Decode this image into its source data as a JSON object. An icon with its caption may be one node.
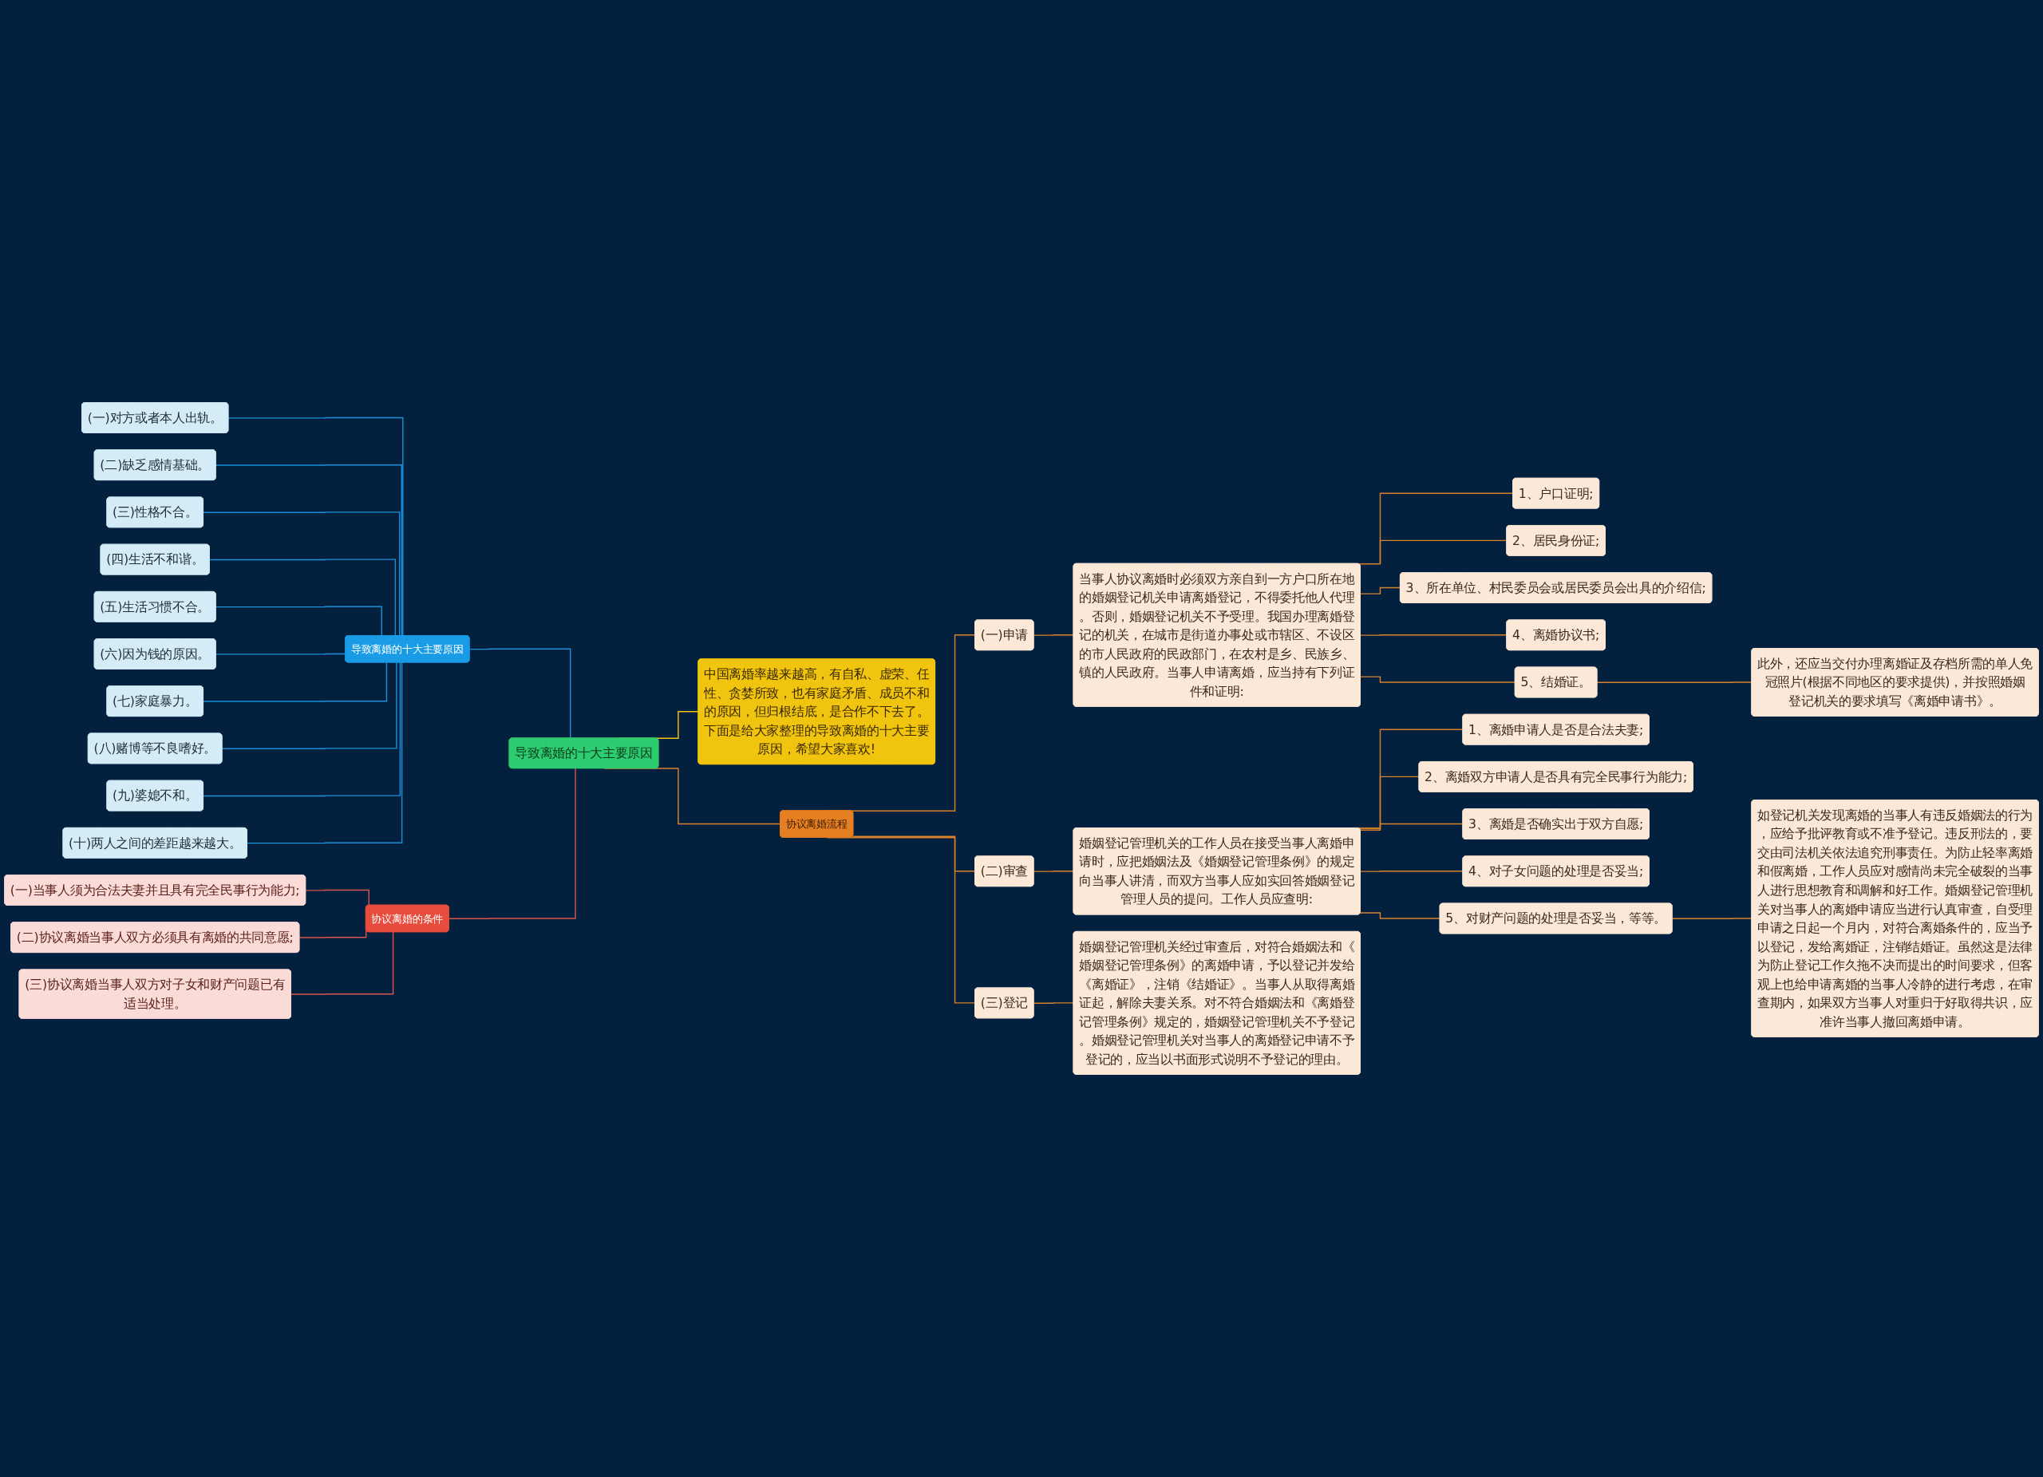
{
  "diagram": {
    "nodes": [
      {
        "text": [
          "导致离婚的十大主要原因"
        ]
      },
      {
        "text": [
          "导致离婚的十大主要原因"
        ]
      },
      {
        "text": [
          "(一)对方或者本人出轨。"
        ]
      },
      {
        "text": [
          "(二)缺乏感情基础。"
        ]
      },
      {
        "text": [
          "(三)性格不合。"
        ]
      },
      {
        "text": [
          "(四)生活不和谐。"
        ]
      },
      {
        "text": [
          "(五)生活习惯不合。"
        ]
      },
      {
        "text": [
          "(六)因为钱的原因。"
        ]
      },
      {
        "text": [
          "(七)家庭暴力。"
        ]
      },
      {
        "text": [
          "(八)赌博等不良嗜好。"
        ]
      },
      {
        "text": [
          "(九)婆媳不和。"
        ]
      },
      {
        "text": [
          "(十)两人之间的差距越来越大。"
        ]
      },
      {
        "text": [
          "协议离婚的条件"
        ]
      },
      {
        "text": [
          "(一)当事人须为合法夫妻并且具有完全民事行为能力;"
        ]
      },
      {
        "text": [
          "(二)协议离婚当事人双方必须具有离婚的共同意愿;"
        ]
      },
      {
        "text": [
          "(三)协议离婚当事人双方对子女和财产问题已有适当处理。"
        ]
      },
      {
        "text": [
          "中国离婚率越来越高，有自私、虚荣、任性、贪婪所致，也有家庭矛盾、成员不和的原因，但归根结底，是合作不下去了。下面是给大家整理的导致离婚的十大主要原因，希望大家喜欢!"
        ]
      },
      {
        "text": [
          "协议离婚流程"
        ]
      },
      {
        "text": [
          "(一)申请"
        ]
      },
      {
        "text": [
          "当事人协议离婚时必须双方亲自到一方户口所在地的婚姻登记机关申请离婚登记，不得委托他人代理。否则，婚姻登记机关不予受理。我国办理离婚登记的机关，在城市是街道办事处或市辖区、不设区的市人民政府的民政部门，在农村是乡、民族乡、镇的人民政府。当事人申请离婚，应当持有下列证件和证明:"
        ]
      },
      {
        "text": [
          "1、户口证明;"
        ]
      },
      {
        "text": [
          "2、居民身份证;"
        ]
      },
      {
        "text": [
          "3、所在单位、村民委员会或居民委员会出具的介绍信;"
        ]
      },
      {
        "text": [
          "4、离婚协议书;"
        ]
      },
      {
        "text": [
          "5、结婚证。"
        ]
      },
      {
        "text": [
          "此外，还应当交付办理离婚证及存档所需的单人免冠照片(根据不同地区的要求提供)，并按照婚姻登记机关的要求填写《离婚申请书》。"
        ]
      },
      {
        "text": [
          "(二)审查"
        ]
      },
      {
        "text": [
          "婚姻登记管理机关的工作人员在接受当事人离婚申请时，应把婚姻法及《婚姻登记管理条例》的规定向当事人讲清，而双方当事人应如实回答婚姻登记管理人员的提问。工作人员应查明:"
        ]
      },
      {
        "text": [
          "1、离婚申请人是否是合法夫妻;"
        ]
      },
      {
        "text": [
          "2、离婚双方申请人是否具有完全民事行为能力;"
        ]
      },
      {
        "text": [
          "3、离婚是否确实出于双方自愿;"
        ]
      },
      {
        "text": [
          "4、对子女问题的处理是否妥当;"
        ]
      },
      {
        "text": [
          "5、对财产问题的处理是否妥当，等等。"
        ]
      },
      {
        "text": [
          "如登记机关发现离婚的当事人有违反婚姻法的行为，应给予批评教育或不准予登记。违反刑法的，要交由司法机关依法追究刑事责任。为防止轻率离婚和假离婚，工作人员应对感情尚未完全破裂的当事人进行思想教育和调解和好工作。婚姻登记管理机关对当事人的离婚申请应当进行认真审查，自受理申请之日起一个月内，对符合离婚条件的，应当予以登记，发给离婚证，注销结婚证。虽然这是法律为防止登记工作久拖不决而提出的时间要求，但客观上也给申请离婚的当事人冷静的进行考虑，在审查期内，如果双方当事人对重归于好取得共识，应准许当事人撤回离婚申请。"
        ]
      },
      {
        "text": [
          "(三)登记"
        ]
      },
      {
        "text": [
          "婚姻登记管理机关经过审查后，对符合婚姻法和《婚姻登记管理条例》的离婚申请，予以登记并发给《离婚证》，注销《结婚证》。当事人从取得离婚证起，解除夫妻关系。对不符合婚姻法和《离婚登记管理条例》规定的，婚姻登记管理机关不予登记。婚姻登记管理机关对当事人的离婚登记申请不予登记的，应当以书面形式说明不予登记的理由。"
        ]
      }
    ],
    "edges": [
      {
        "from": 2,
        "to": 1,
        "arrow": "none",
        "color": "#1b8fd8"
      },
      {
        "from": 3,
        "to": 1,
        "arrow": "none",
        "color": "#1b8fd8"
      },
      {
        "from": 4,
        "to": 1,
        "arrow": "none",
        "color": "#1b8fd8"
      },
      {
        "from": 5,
        "to": 1,
        "arrow": "none",
        "color": "#1b8fd8"
      },
      {
        "from": 6,
        "to": 1,
        "arrow": "none",
        "color": "#1b8fd8"
      },
      {
        "from": 7,
        "to": 1,
        "arrow": "none",
        "color": "#1b8fd8"
      },
      {
        "from": 8,
        "to": 1,
        "arrow": "none",
        "color": "#1b8fd8"
      },
      {
        "from": 9,
        "to": 1,
        "arrow": "none",
        "color": "#1b8fd8"
      },
      {
        "from": 10,
        "to": 1,
        "arrow": "none",
        "color": "#1b8fd8"
      },
      {
        "from": 11,
        "to": 1,
        "arrow": "none",
        "color": "#1b8fd8"
      },
      {
        "from": 1,
        "to": 0,
        "arrow": "none",
        "color": "#1b8fd8"
      },
      {
        "from": 13,
        "to": 12,
        "arrow": "none",
        "color": "#d9534f"
      },
      {
        "from": 14,
        "to": 12,
        "arrow": "none",
        "color": "#d9534f"
      },
      {
        "from": 15,
        "to": 12,
        "arrow": "none",
        "color": "#d9534f"
      },
      {
        "from": 12,
        "to": 0,
        "arrow": "none",
        "color": "#d9534f"
      },
      {
        "from": 0,
        "to": 16,
        "arrow": "none",
        "color": "#f1c40f"
      },
      {
        "from": 0,
        "to": 17,
        "arrow": "none"
      },
      {
        "from": 17,
        "to": 18,
        "arrow": "none"
      },
      {
        "from": 18,
        "to": 19,
        "arrow": "none"
      },
      {
        "from": 19,
        "to": 20,
        "arrow": "none"
      },
      {
        "from": 19,
        "to": 21,
        "arrow": "none"
      },
      {
        "from": 19,
        "to": 22,
        "arrow": "none"
      },
      {
        "from": 19,
        "to": 23,
        "arrow": "none"
      },
      {
        "from": 19,
        "to": 24,
        "arrow": "none"
      },
      {
        "from": 24,
        "to": 25,
        "arrow": "none"
      },
      {
        "from": 17,
        "to": 26,
        "arrow": "none"
      },
      {
        "from": 26,
        "to": 27,
        "arrow": "none"
      },
      {
        "from": 27,
        "to": 28,
        "arrow": "none"
      },
      {
        "from": 27,
        "to": 29,
        "arrow": "none"
      },
      {
        "from": 27,
        "to": 30,
        "arrow": "none"
      },
      {
        "from": 27,
        "to": 31,
        "arrow": "none"
      },
      {
        "from": 27,
        "to": 32,
        "arrow": "none"
      },
      {
        "from": 32,
        "to": 33,
        "arrow": "none"
      },
      {
        "from": 17,
        "to": 34,
        "arrow": "none"
      },
      {
        "from": 34,
        "to": 35,
        "arrow": "none"
      }
    ]
  }
}
